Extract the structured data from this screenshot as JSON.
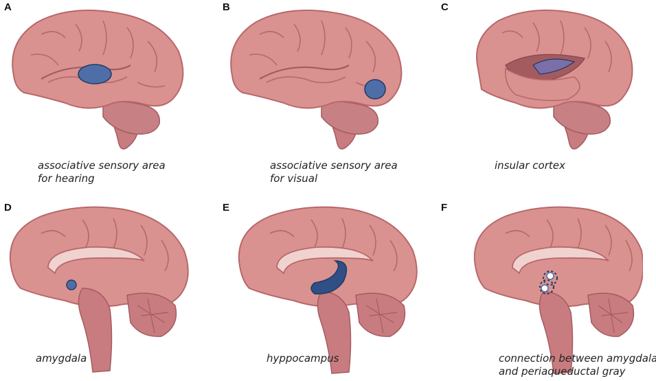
{
  "panels": [
    {
      "letter": "A",
      "caption_lines": [
        "associative sensory area",
        "for hearing"
      ],
      "view": "lateral",
      "highlight": "auditory-association-area"
    },
    {
      "letter": "B",
      "caption_lines": [
        "associative sensory area",
        "for visual"
      ],
      "view": "lateral",
      "highlight": "visual-association-area"
    },
    {
      "letter": "C",
      "caption_lines": [
        "insular cortex"
      ],
      "view": "lateral-opened",
      "highlight": "insular-cortex"
    },
    {
      "letter": "D",
      "caption_lines": [
        "amygdala"
      ],
      "view": "medial",
      "highlight": "amygdala"
    },
    {
      "letter": "E",
      "caption_lines": [
        "hyppocampus"
      ],
      "view": "medial",
      "highlight": "hippocampus"
    },
    {
      "letter": "F",
      "caption_lines": [
        "connection between amygdala",
        "and periaqueductal gray"
      ],
      "view": "medial",
      "highlight": "amygdala-pag-connection"
    }
  ],
  "colors": {
    "cortex": "#d9928f",
    "cortex_dark": "#b8676a",
    "cortex_light": "#e6aaa7",
    "highlight": "#4f6ea8",
    "highlight_dark": "#1f3a66",
    "brainstem": "#c97c80"
  }
}
